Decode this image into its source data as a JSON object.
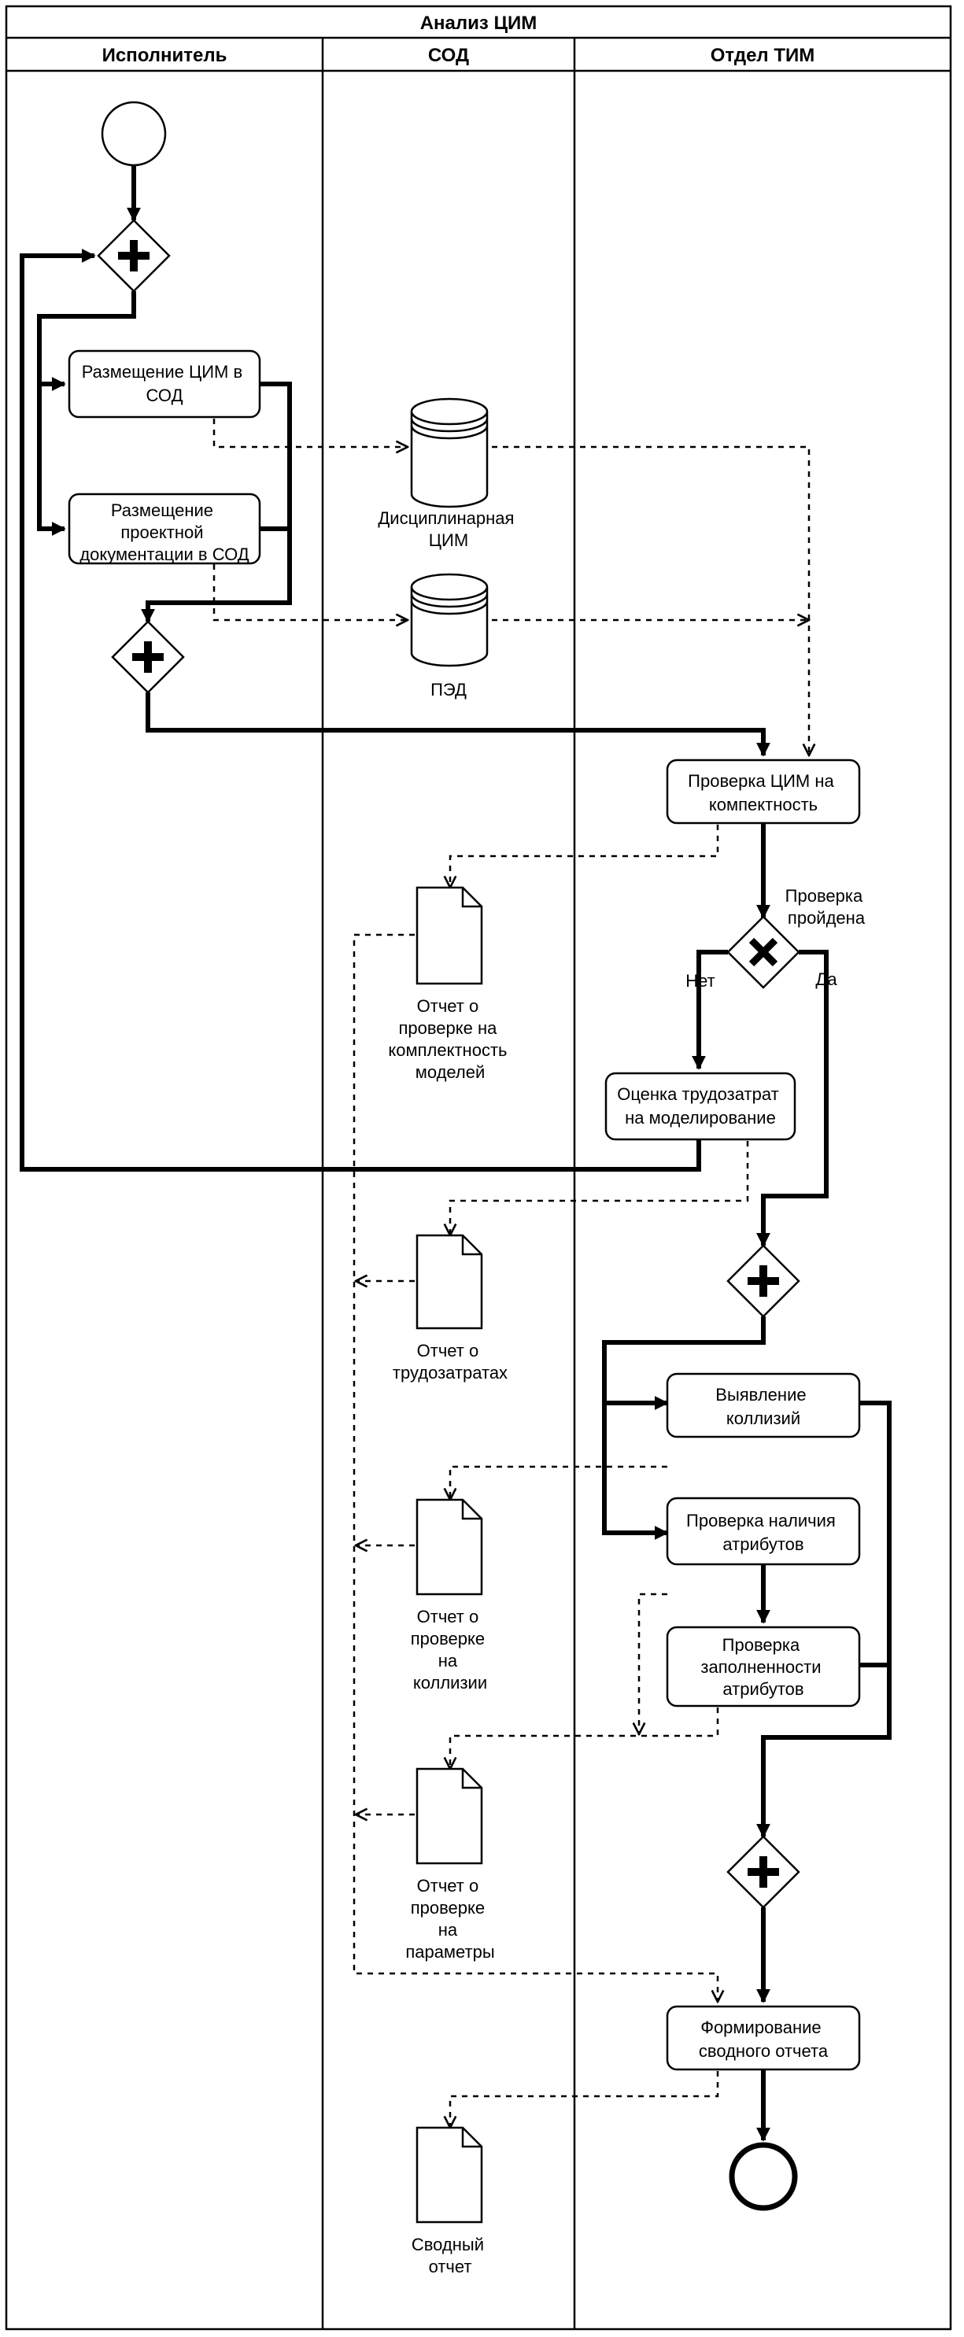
{
  "pool": {
    "title": "Анализ ЦИМ",
    "lanes": [
      "Исполнитель",
      "СОД",
      "Отдел ТИМ"
    ]
  },
  "tasks": {
    "place_cim": [
      "Размещение ЦИМ в",
      "СОД"
    ],
    "place_docs": [
      "Размещение",
      "проектной",
      "документации в СОД"
    ],
    "check_complete": [
      "Проверка ЦИМ на",
      "компектность"
    ],
    "estimate": [
      "Оценка трудозатрат",
      "на моделирование"
    ],
    "collisions": [
      "Выявление",
      "коллизий"
    ],
    "attr_presence": [
      "Проверка наличия",
      "атрибутов"
    ],
    "attr_filled": [
      "Проверка",
      "заполненности",
      "атрибутов"
    ],
    "summary": [
      "Формирование",
      "сводного отчета"
    ]
  },
  "data_stores": {
    "disc_cim": [
      "Дисциплинарная",
      "ЦИМ"
    ],
    "ped": [
      "ПЭД"
    ]
  },
  "documents": {
    "report_complete": [
      "Отчет о",
      "проверке на",
      "комплектность",
      "моделей"
    ],
    "report_labor": [
      "Отчет о",
      "трудозатратах"
    ],
    "report_collisions": [
      "Отчет о",
      "проверке",
      "на",
      "коллизии"
    ],
    "report_params": [
      "Отчет о",
      "проверке",
      "на",
      "параметры"
    ],
    "summary_report": [
      "Сводный",
      "отчет"
    ]
  },
  "gateway_labels": {
    "question": [
      "Проверка",
      "пройдена"
    ],
    "no": "Нет",
    "yes": "Да"
  }
}
